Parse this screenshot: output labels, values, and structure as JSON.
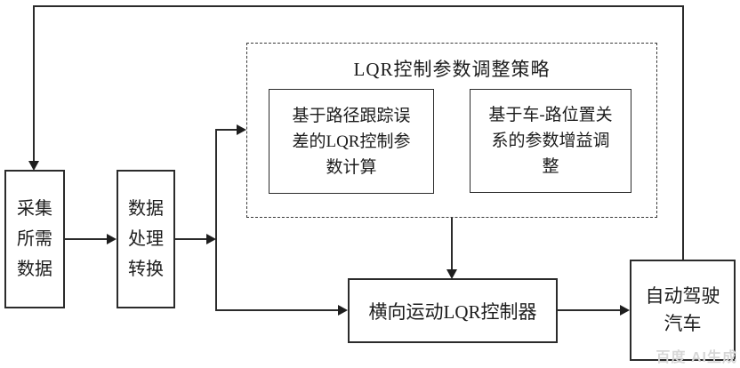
{
  "diagram": {
    "strategy_group": {
      "title": "LQR控制参数调整策略"
    },
    "nodes": {
      "collect": "采集\n所需\n数据",
      "process": "数据\n处理\n转换",
      "param_calc": "基于路径跟踪误\n差的LQR控制参\n数计算",
      "gain_adjust": "基于车-路位置关\n系的参数增益调\n整",
      "controller": "横向运动LQR控制器",
      "vehicle": "自动驾驶\n汽车"
    },
    "colors": {
      "ink": "#2b2b2b",
      "background": "#ffffff",
      "watermark": "#d7d7d7"
    },
    "watermark": "百度 AI生成"
  }
}
